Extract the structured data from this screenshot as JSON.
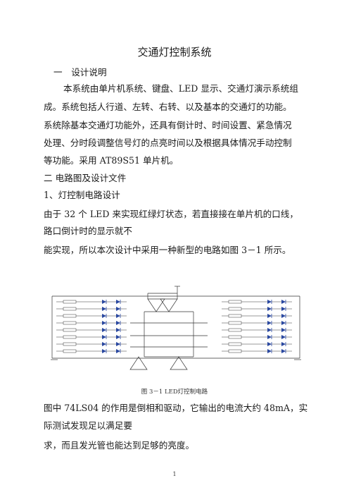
{
  "title": "交通灯控制系统",
  "section1": {
    "heading": "一　设计说明"
  },
  "para1": {
    "l1": "本系统由单片机系统、键盘、LED 显示、交通灯演示系统组",
    "l2": "成。系统包括人行道、左转、右转、以及基本的交通灯的功能。",
    "l3": "系统除基本交通灯功能外，还具有倒计时、时间设置、紧急情况",
    "l4": "处理、分时段调整信号灯的点亮时间以及根据具体情况手动控制",
    "l5": "等功能。采用 AT89S51 单片机。"
  },
  "section2": {
    "heading": "二  电路图及设计文件"
  },
  "subsection1": {
    "heading": "1、灯控制电路设计"
  },
  "para2": {
    "l1": "由于 32 个 LED  来实现红绿灯状态，若直接接在单片机的口线，",
    "l2": "路口倒计时的显示就不",
    "l3": "能实现，所以本次设计中采用一种新型的电路如图 3－1  所示。"
  },
  "figure": {
    "caption": "图 3－1  LED灯控制电路",
    "colors": {
      "wire": "#333333",
      "led": "#2a48a0"
    }
  },
  "para3": {
    "l1": "图中 74LS04 的作用是倒相和驱动，它输出的电流大约 48mA，实",
    "l2": "际测试发现足以满足要",
    "l3": "求，而且发光管也能达到足够的亮度。"
  },
  "page_number": "1"
}
